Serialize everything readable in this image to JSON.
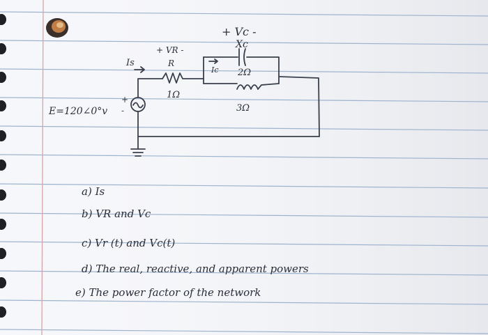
{
  "circuit": {
    "source_label": "E=120∠0°v",
    "source_plus": "+",
    "source_minus": "-",
    "is_label": "Is",
    "vr_label": "+ VR -",
    "r_label": "R",
    "r_value": "1Ω",
    "ic_label": "Ic",
    "vc_label": "+ Vc -",
    "xc_label": "Xc",
    "xc_value": "2Ω",
    "l_value": "3Ω"
  },
  "questions": [
    "a) Is",
    "b) VR and Vc",
    "c) Vr (t) and Vc(t)",
    "d) The real, reactive, and apparent powers",
    "e) The power factor of the network"
  ],
  "colors": {
    "paper": "#f6f7fa",
    "rule_line": "#9fb3cc",
    "margin_line": "#d9a3a8",
    "ink": "#2b2f3a"
  }
}
